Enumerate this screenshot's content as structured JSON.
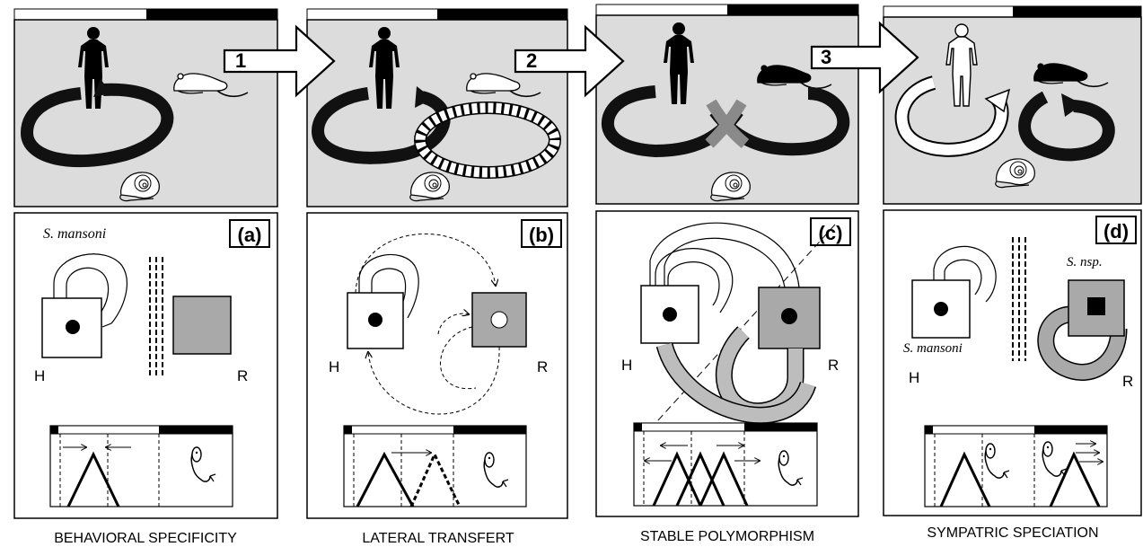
{
  "panels": [
    {
      "id": "a",
      "letter": "(a)",
      "species": "S. mansoni",
      "host_label": "H",
      "reservoir_label": "R",
      "caption": "BEHAVIORAL SPECIFICITY"
    },
    {
      "id": "b",
      "letter": "(b)",
      "host_label": "H",
      "reservoir_label": "R",
      "caption": "LATERAL TRANSFERT"
    },
    {
      "id": "c",
      "letter": "(c)",
      "host_label": "H",
      "reservoir_label": "R",
      "caption": "STABLE POLYMORPHISM"
    },
    {
      "id": "d",
      "letter": "(d)",
      "species_new": "S. nsp.",
      "species": "S. mansoni",
      "host_label": "H",
      "reservoir_label": "R",
      "caption": "SYMPATRIC SPECIATION"
    }
  ],
  "arrows": [
    "1",
    "2",
    "3"
  ],
  "colors": {
    "panel_bg": "#dcdcdc",
    "cycle_dark": "#111111",
    "cycle_grey": "#a8a8a8",
    "reservoir_fill": "#a9a9a9",
    "line": "#000000"
  },
  "icons": [
    "human-silhouette-icon",
    "rat-icon",
    "snail-icon",
    "cercaria-icon"
  ]
}
